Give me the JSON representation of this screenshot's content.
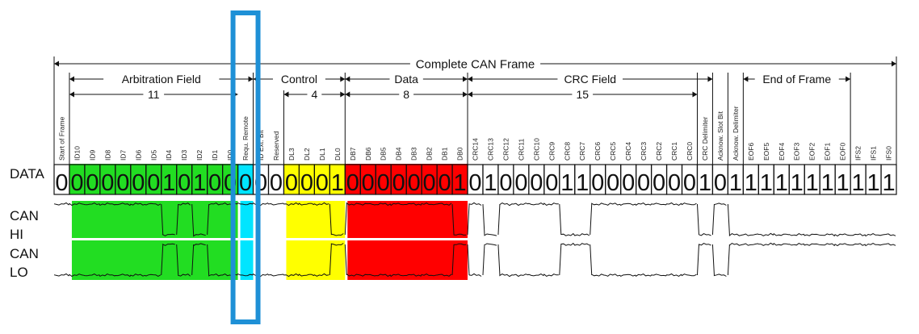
{
  "frame": {
    "title": "Complete CAN Frame",
    "field_labels": {
      "arbitration": "Arbitration Field",
      "control": "Control",
      "data": "Data",
      "crc": "CRC Field",
      "eof": "End of Frame"
    },
    "field_counts": {
      "arbitration": "11",
      "control": "4",
      "data": "8",
      "crc": "15"
    }
  },
  "row_labels": {
    "data": "DATA",
    "can_hi_1": "CAN",
    "can_hi_2": "HI",
    "can_lo_1": "CAN",
    "can_lo_2": "LO"
  },
  "bits": [
    {
      "name": "Start of Frame",
      "value": "0"
    },
    {
      "name": "ID10",
      "value": "0"
    },
    {
      "name": "ID9",
      "value": "0"
    },
    {
      "name": "ID8",
      "value": "0"
    },
    {
      "name": "ID7",
      "value": "0"
    },
    {
      "name": "ID6",
      "value": "0"
    },
    {
      "name": "ID5",
      "value": "0"
    },
    {
      "name": "ID4",
      "value": "1"
    },
    {
      "name": "ID3",
      "value": "0"
    },
    {
      "name": "ID2",
      "value": "1"
    },
    {
      "name": "ID1",
      "value": "0"
    },
    {
      "name": "ID0",
      "value": "0"
    },
    {
      "name": "Requ. Remote",
      "value": "0"
    },
    {
      "name": "ID Ext. Bit",
      "value": "0"
    },
    {
      "name": "Reserved",
      "value": "0"
    },
    {
      "name": "DL3",
      "value": "0"
    },
    {
      "name": "DL2",
      "value": "0"
    },
    {
      "name": "DL1",
      "value": "0"
    },
    {
      "name": "DL0",
      "value": "1"
    },
    {
      "name": "DB7",
      "value": "0"
    },
    {
      "name": "DB6",
      "value": "0"
    },
    {
      "name": "DB5",
      "value": "0"
    },
    {
      "name": "DB4",
      "value": "0"
    },
    {
      "name": "DB3",
      "value": "0"
    },
    {
      "name": "DB2",
      "value": "0"
    },
    {
      "name": "DB1",
      "value": "0"
    },
    {
      "name": "DB0",
      "value": "1"
    },
    {
      "name": "CRC14",
      "value": "0"
    },
    {
      "name": "CRC13",
      "value": "1"
    },
    {
      "name": "CRC12",
      "value": "0"
    },
    {
      "name": "CRC11",
      "value": "0"
    },
    {
      "name": "CRC10",
      "value": "0"
    },
    {
      "name": "CRC9",
      "value": "0"
    },
    {
      "name": "CRC8",
      "value": "1"
    },
    {
      "name": "CRC7",
      "value": "1"
    },
    {
      "name": "CRC6",
      "value": "0"
    },
    {
      "name": "CRC5",
      "value": "0"
    },
    {
      "name": "CRC4",
      "value": "0"
    },
    {
      "name": "CRC3",
      "value": "0"
    },
    {
      "name": "CRC2",
      "value": "0"
    },
    {
      "name": "CRC1",
      "value": "0"
    },
    {
      "name": "CRC0",
      "value": "0"
    },
    {
      "name": "CRC Delimiter",
      "value": "1"
    },
    {
      "name": "Acknow. Slot Bit",
      "value": "0"
    },
    {
      "name": "Acknow. Delimiter",
      "value": "1"
    },
    {
      "name": "EOF6",
      "value": "1"
    },
    {
      "name": "EOF5",
      "value": "1"
    },
    {
      "name": "EOF4",
      "value": "1"
    },
    {
      "name": "EOF3",
      "value": "1"
    },
    {
      "name": "EOF2",
      "value": "1"
    },
    {
      "name": "EOF1",
      "value": "1"
    },
    {
      "name": "EOF0",
      "value": "1"
    },
    {
      "name": "IFS2",
      "value": "1"
    },
    {
      "name": "IFS1",
      "value": "1"
    },
    {
      "name": "IFS0",
      "value": "1"
    }
  ],
  "highlight": {
    "bit": "Requ. Remote",
    "color": "#1e90d6"
  },
  "colors": {
    "arbitration": "#22dd22",
    "rtr": "#00e5ff",
    "control": "#ffff00",
    "data": "#ff0000"
  }
}
